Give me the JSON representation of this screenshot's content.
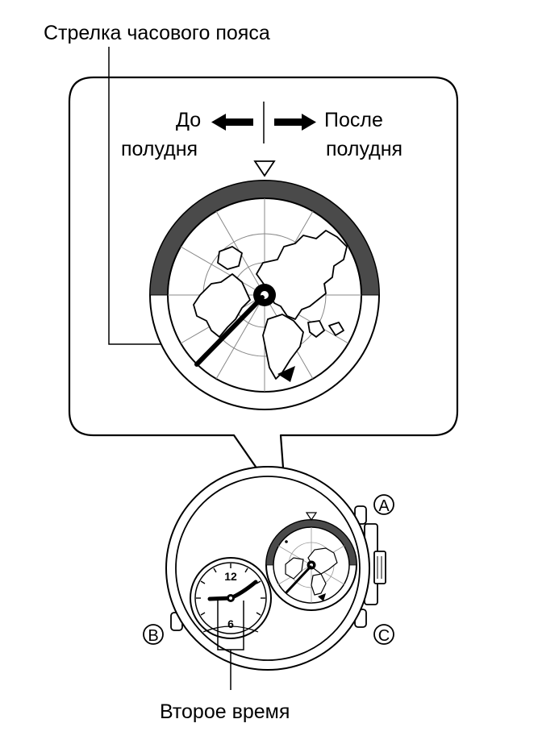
{
  "labels": {
    "timezone_hand": "Стрелка часового пояса",
    "before_noon_line1": "До",
    "before_noon_line2": "полудня",
    "after_noon_line1": "После",
    "after_noon_line2": "полудня",
    "second_time": "Второе время"
  },
  "buttons": {
    "a": "A",
    "b": "B",
    "c": "C"
  },
  "subdial": {
    "twelve": "12",
    "six": "6"
  },
  "colors": {
    "ink": "#000000",
    "band": "#4a4a4a",
    "paper": "#ffffff"
  }
}
